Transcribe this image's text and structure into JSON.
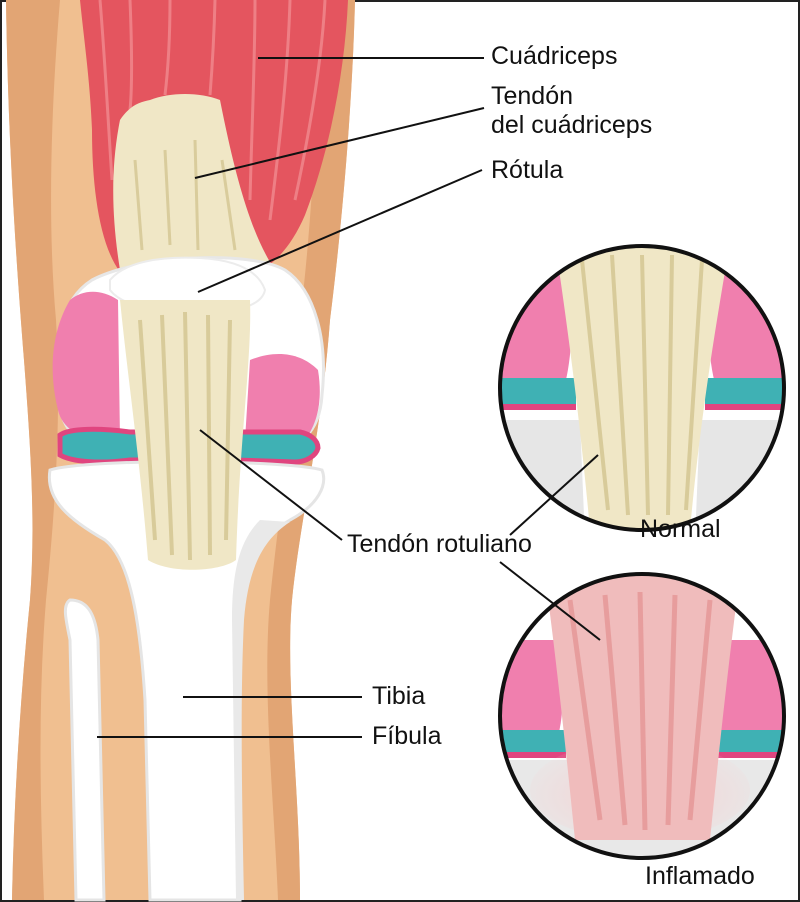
{
  "labels": {
    "quadriceps": "Cuádriceps",
    "quadriceps_tendon_line1": "Tendón",
    "quadriceps_tendon_line2": "del cuádriceps",
    "patella": "Rótula",
    "patellar_tendon": "Tendón rotuliano",
    "tibia": "Tibia",
    "fibula": "Fíbula",
    "normal": "Normal",
    "inflamed": "Inflamado"
  },
  "colors": {
    "muscle": "#e05560",
    "tendon": "#efe6c4",
    "bone": "#ffffff",
    "cartilage": "#f07fae",
    "meniscus": "#3fb1b4",
    "skin": "#e3a877",
    "inflammation": "#f2bcbc"
  }
}
